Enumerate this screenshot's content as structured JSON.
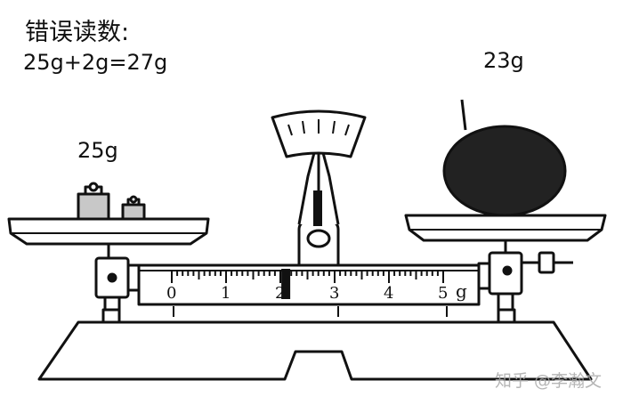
{
  "labels": {
    "title": "错误读数:",
    "equation": "25g+2g=27g",
    "left_pan_mass": "25g",
    "right_pan_mass": "23g"
  },
  "scale": {
    "ticks": [
      "0",
      "1",
      "2",
      "3",
      "4",
      "5"
    ],
    "unit": "g",
    "rider_position_g": 2.1
  },
  "watermark": "知乎 @李瀚文",
  "colors": {
    "ink": "#111111",
    "object": "#222222",
    "watermark": "#aaaaaa"
  }
}
